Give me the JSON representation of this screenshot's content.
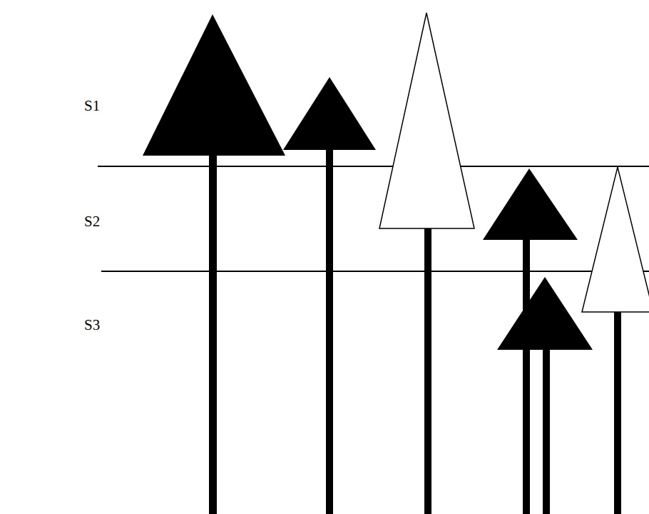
{
  "diagram": {
    "labels": [
      "S1",
      "S2",
      "S3"
    ]
  }
}
